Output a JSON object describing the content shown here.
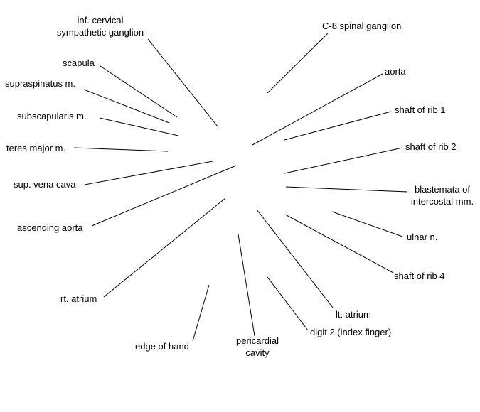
{
  "labels": {
    "inf_cervical_1": "inf. cervical",
    "inf_cervical_2": "sympathetic ganglion",
    "scapula": "scapula",
    "supraspinatus": "supraspinatus m.",
    "subscapularis": "subscapularis m.",
    "teres_major": "teres major m.",
    "sup_vena_cava": "sup. vena cava",
    "ascending_aorta": "ascending aorta",
    "rt_atrium": "rt. atrium",
    "edge_of_hand": "edge of hand",
    "pericardial_1": "pericardial",
    "pericardial_2": "cavity",
    "digit2": "digit 2 (index finger)",
    "lt_atrium": "lt. atrium",
    "shaft_rib4": "shaft of rib 4",
    "ulnar": "ulnar n.",
    "blastemata_1": "blastemata of",
    "blastemata_2": "intercostal mm.",
    "shaft_rib2": "shaft of rib 2",
    "shaft_rib1": "shaft of rib 1",
    "aorta": "aorta",
    "c8_ganglion": "C-8 spinal ganglion"
  }
}
